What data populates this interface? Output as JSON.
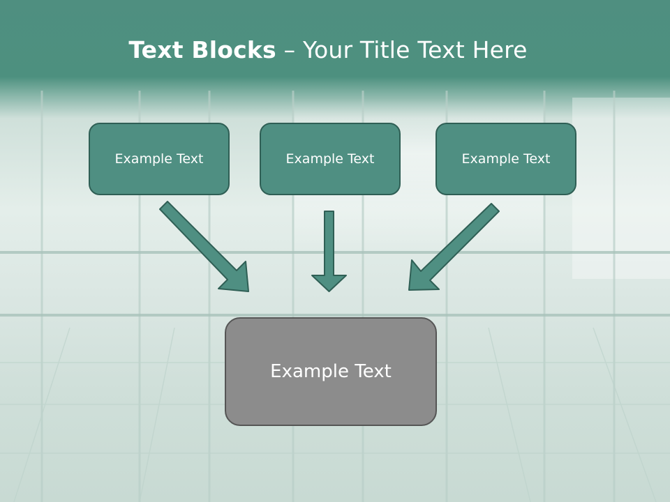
{
  "slide": {
    "title_bold": "Text Blocks",
    "title_rest": " – Your Title Text Here"
  },
  "blocks": [
    {
      "label": "Example Text"
    },
    {
      "label": "Example Text"
    },
    {
      "label": "Example Text"
    }
  ],
  "target": {
    "label": "Example Text"
  },
  "colors": {
    "header": "#4d907f",
    "block_fill": "#4f8f82",
    "block_border": "#2f5f55",
    "target_fill": "#8c8c8c",
    "arrow_fill": "#4f8f82"
  }
}
